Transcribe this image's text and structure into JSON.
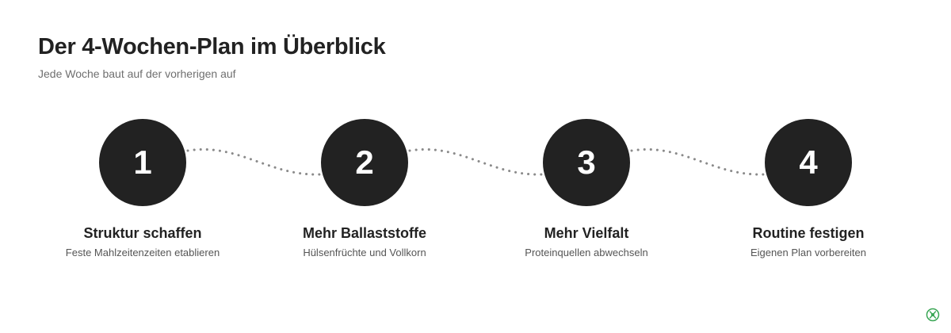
{
  "header": {
    "title": "Der 4-Wochen-Plan im Überblick",
    "subtitle": "Jede Woche baut auf der vorherigen auf"
  },
  "steps": [
    {
      "number": "1",
      "title": "Struktur schaffen",
      "description": "Feste Mahlzeitenzeiten etablieren"
    },
    {
      "number": "2",
      "title": "Mehr Ballaststoffe",
      "description": "Hülsenfrüchte und Vollkorn"
    },
    {
      "number": "3",
      "title": "Mehr Vielfalt",
      "description": "Proteinquellen abwechseln"
    },
    {
      "number": "4",
      "title": "Routine festigen",
      "description": "Eigenen Plan vorbereiten"
    }
  ],
  "colors": {
    "circle": "#222222",
    "number": "#ffffff",
    "connector": "#8a8a8a",
    "logo": "#3aa655"
  },
  "icons": {
    "corner_logo": "green-circle-logo-icon"
  }
}
